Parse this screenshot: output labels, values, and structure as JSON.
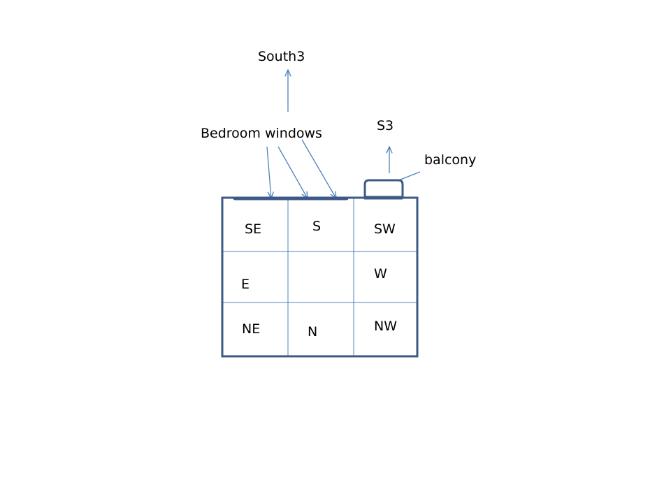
{
  "labels": {
    "south3": "South3",
    "s3": "S3",
    "bedroom_windows": "Bedroom windows",
    "balcony": "balcony"
  },
  "grid": {
    "rows": [
      [
        "SE",
        "S",
        "SW"
      ],
      [
        "E",
        "",
        "W"
      ],
      [
        "NE",
        "N",
        "NW"
      ]
    ]
  },
  "colors": {
    "outline": "#3b5a86",
    "gridline": "#4f81bd",
    "arrow": "#4f81bd",
    "text": "#000000"
  }
}
